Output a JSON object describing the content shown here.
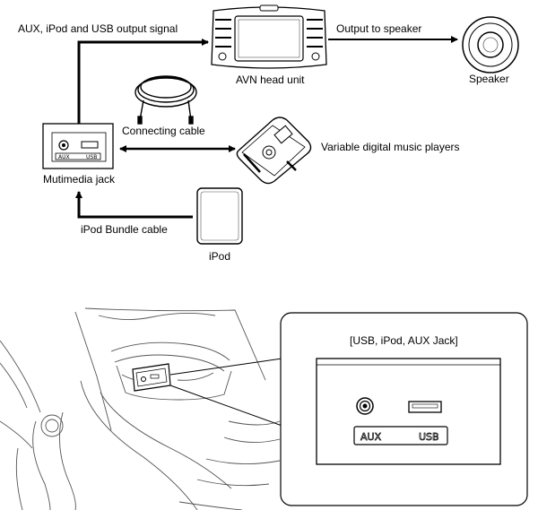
{
  "labels": {
    "signal": "AUX, iPod and USB output signal",
    "output_speaker": "Output to speaker",
    "head_unit": "AVN head unit",
    "speaker": "Speaker",
    "connecting_cable": "Connecting cable",
    "music_players": "Variable digital music players",
    "multimedia_jack": "Mutimedia jack",
    "ipod_cable": "iPod Bundle cable",
    "ipod": "iPod"
  },
  "inset": {
    "title": "[USB, iPod, AUX Jack]",
    "aux_label": "AUX",
    "usb_label": "USB"
  },
  "jack_small": {
    "aux_label": "AUX",
    "usb_label": "USB"
  },
  "icons": [
    "head-unit-icon",
    "speaker-icon",
    "cable-icon",
    "music-player-icon",
    "multimedia-jack-icon",
    "ipod-icon",
    "console-drawing",
    "jack-closeup-icon"
  ]
}
